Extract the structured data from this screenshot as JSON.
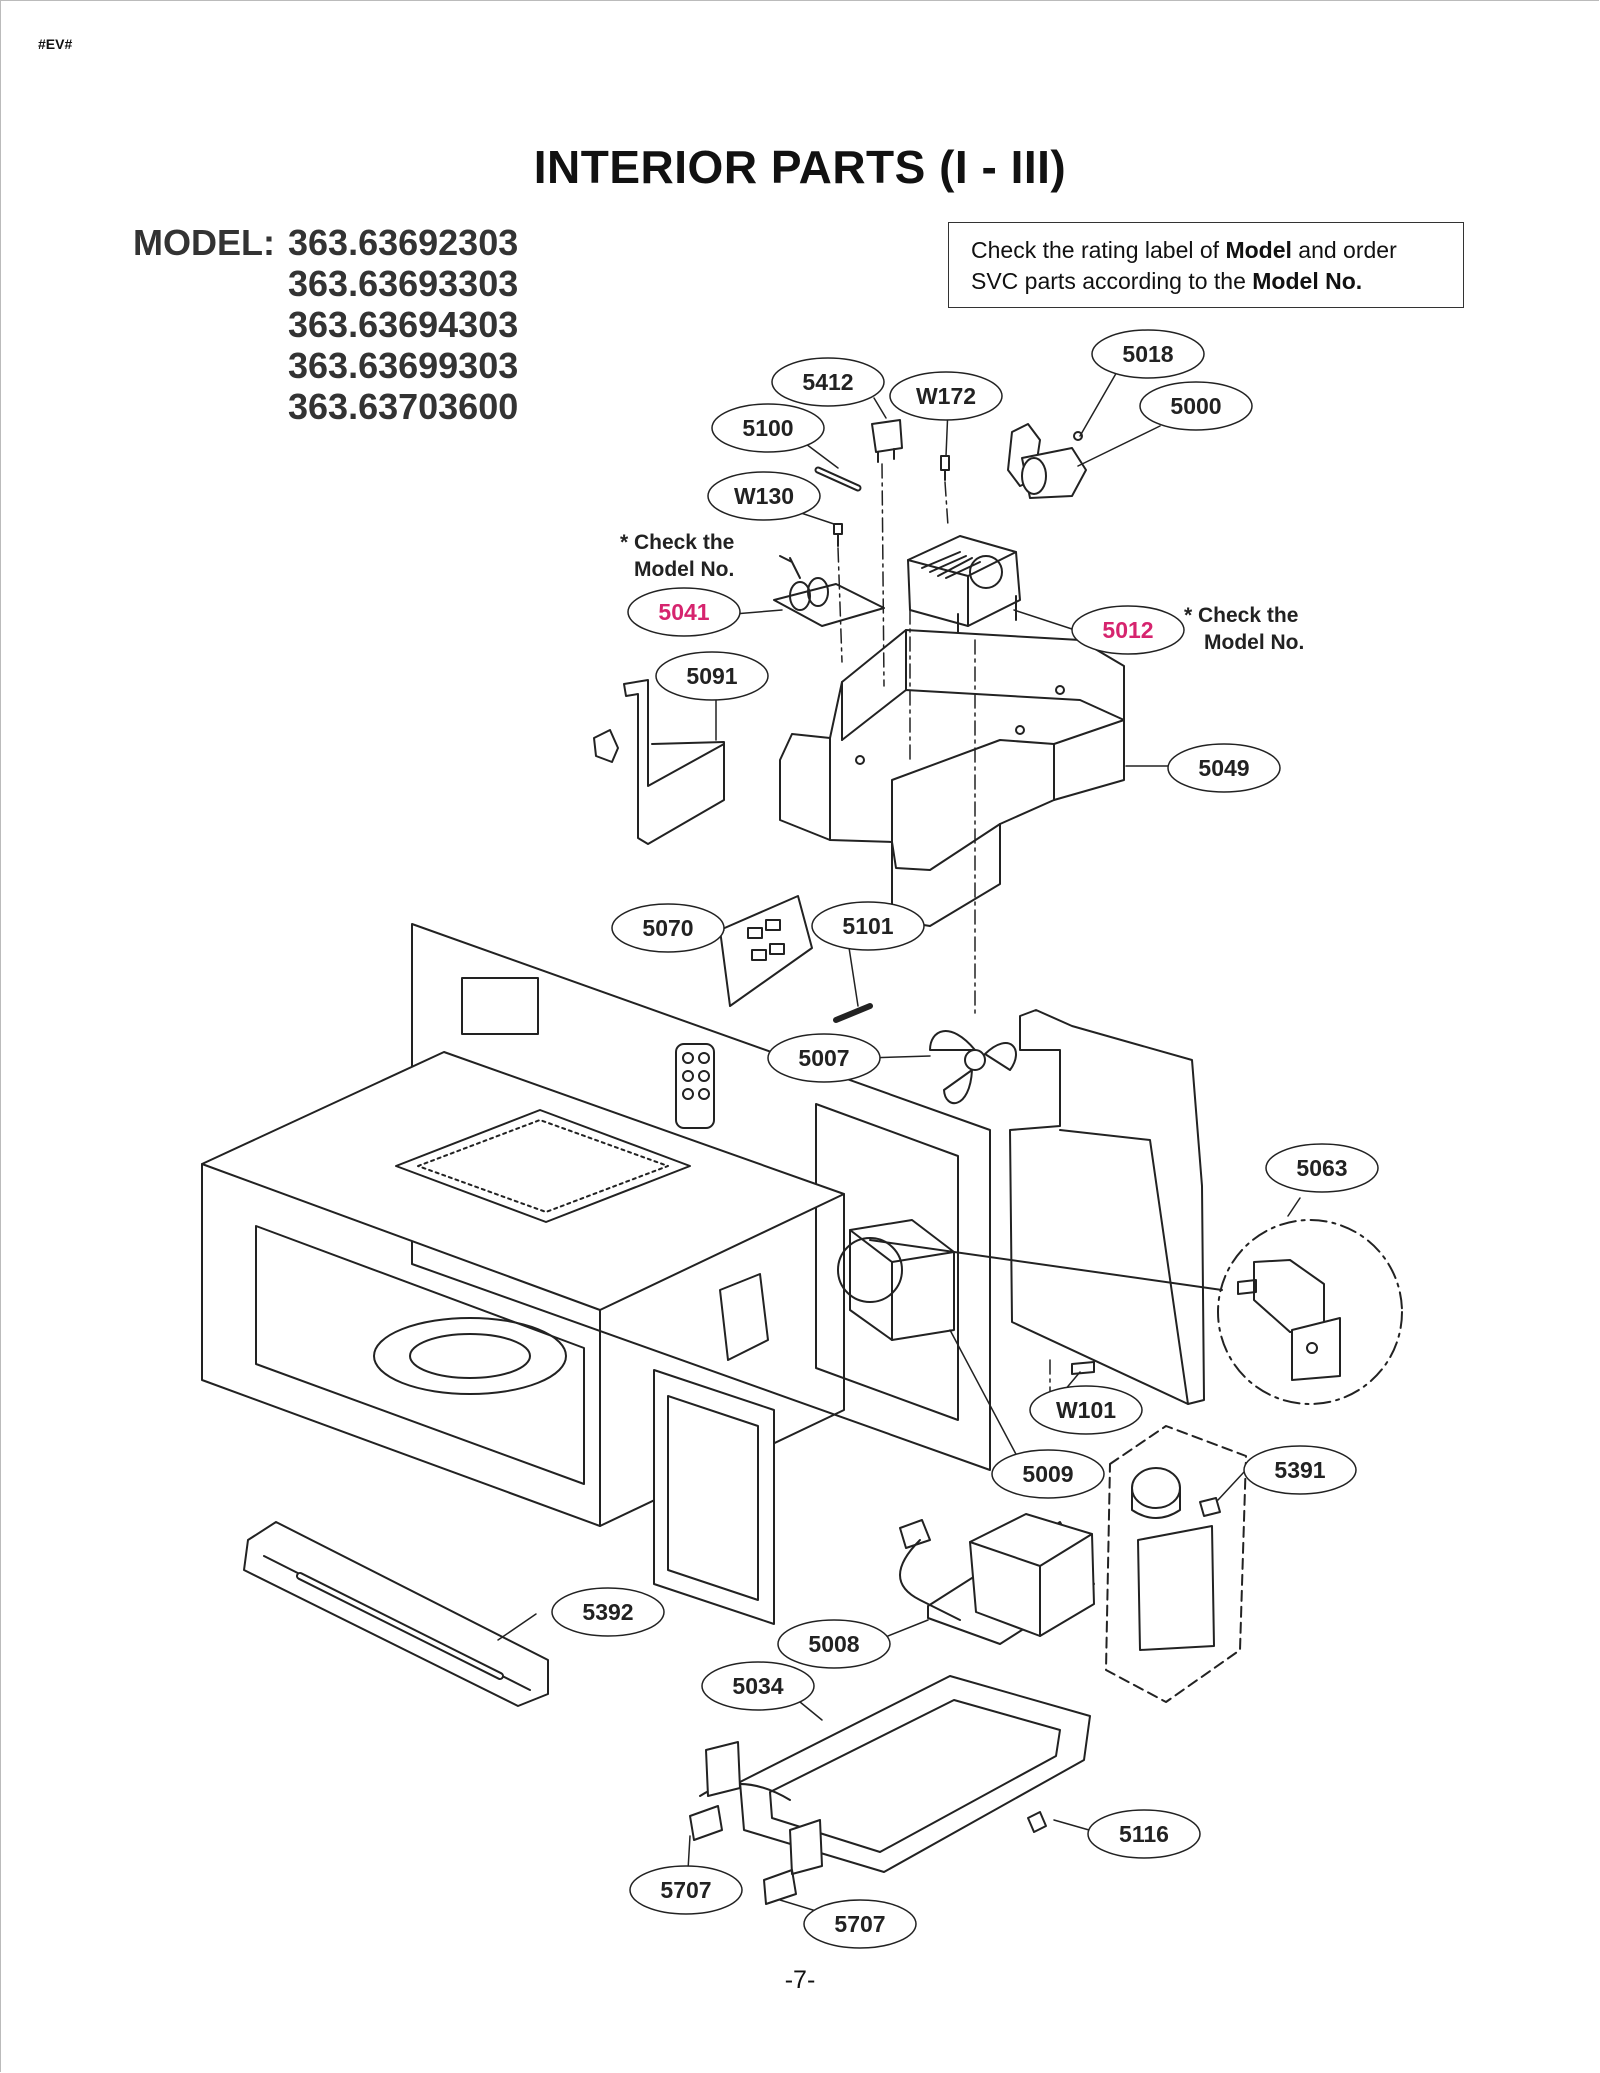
{
  "header_tag": "#EV#",
  "title": "INTERIOR PARTS (I - III)",
  "model": {
    "label": "MODEL:",
    "numbers": [
      "363.63692303",
      "363.63693303",
      "363.63694303",
      "363.63699303",
      "363.63703600"
    ]
  },
  "note": {
    "part1": "Check the rating label of ",
    "bold1": "Model",
    "part2": " and order SVC parts according to the ",
    "bold2": "Model No."
  },
  "check_notes": {
    "left": [
      "* Check the",
      "Model No."
    ],
    "right": [
      "* Check the",
      "Model No."
    ]
  },
  "colors": {
    "highlight": "#d6246e",
    "line": "#222222"
  },
  "callouts": [
    {
      "id": "5018",
      "highlight": false
    },
    {
      "id": "5412",
      "highlight": false
    },
    {
      "id": "W172",
      "highlight": false
    },
    {
      "id": "5000",
      "highlight": false
    },
    {
      "id": "5100",
      "highlight": false
    },
    {
      "id": "W130",
      "highlight": false
    },
    {
      "id": "5041",
      "highlight": true
    },
    {
      "id": "5012",
      "highlight": true
    },
    {
      "id": "5091",
      "highlight": false
    },
    {
      "id": "5049",
      "highlight": false
    },
    {
      "id": "5070",
      "highlight": false
    },
    {
      "id": "5101",
      "highlight": false
    },
    {
      "id": "5007",
      "highlight": false
    },
    {
      "id": "5063",
      "highlight": false
    },
    {
      "id": "W101",
      "highlight": false
    },
    {
      "id": "5009",
      "highlight": false
    },
    {
      "id": "5391",
      "highlight": false
    },
    {
      "id": "5392",
      "highlight": false
    },
    {
      "id": "5008",
      "highlight": false
    },
    {
      "id": "5034",
      "highlight": false
    },
    {
      "id": "5116",
      "highlight": false
    },
    {
      "id": "5707",
      "highlight": false
    },
    {
      "id": "5707",
      "highlight": false
    }
  ],
  "page_number": "-7-"
}
